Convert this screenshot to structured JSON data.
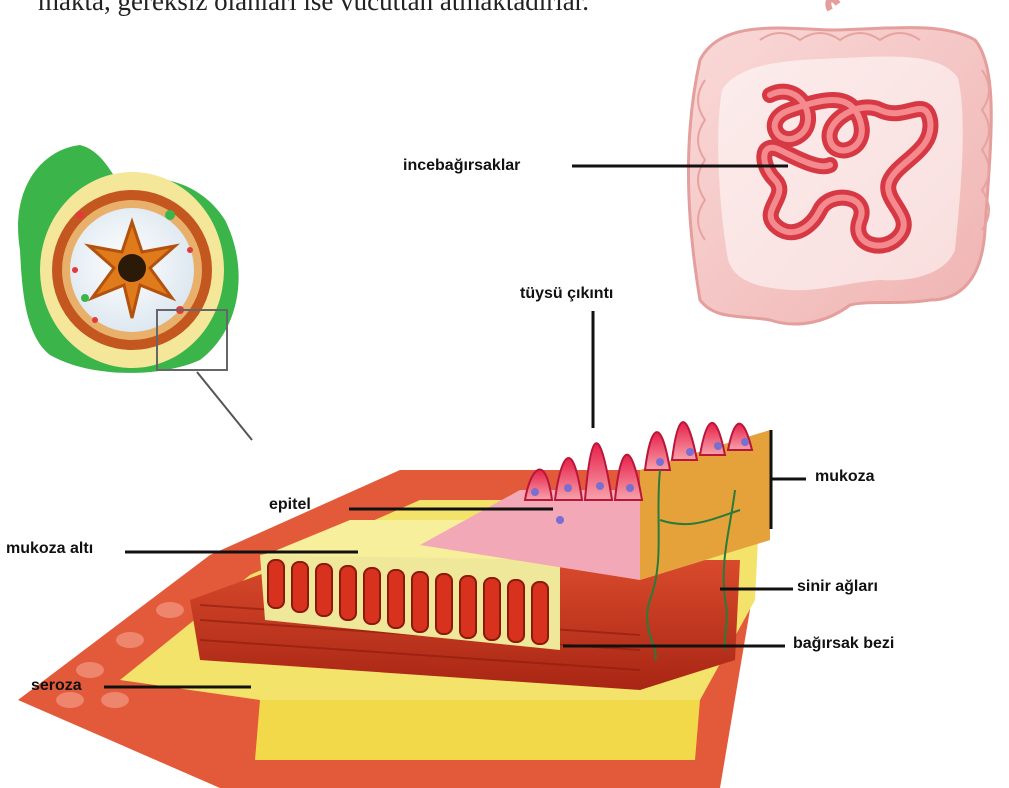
{
  "top_text": "makta, gereksiz olanları ise vücuttan atmaktadırlar.",
  "labels": {
    "small_intestines": "incebağırsaklar",
    "villus": "tüysü çıkıntı",
    "mucosa": "mukoza",
    "epithelium": "epitel",
    "submucosa": "mukoza altı",
    "nerve_plexus": "sinir ağları",
    "intestinal_gland": "bağırsak bezi",
    "serosa": "seroza"
  },
  "colors": {
    "intestine_pink": "#f4c6c4",
    "small_intestine_red": "#e0454c",
    "muscle_red": "#c8361f",
    "fat_yellow": "#f4e36a",
    "serosa_orange": "#e35a3a",
    "outer_green": "#3bb54a",
    "leader_line": "#111111"
  }
}
